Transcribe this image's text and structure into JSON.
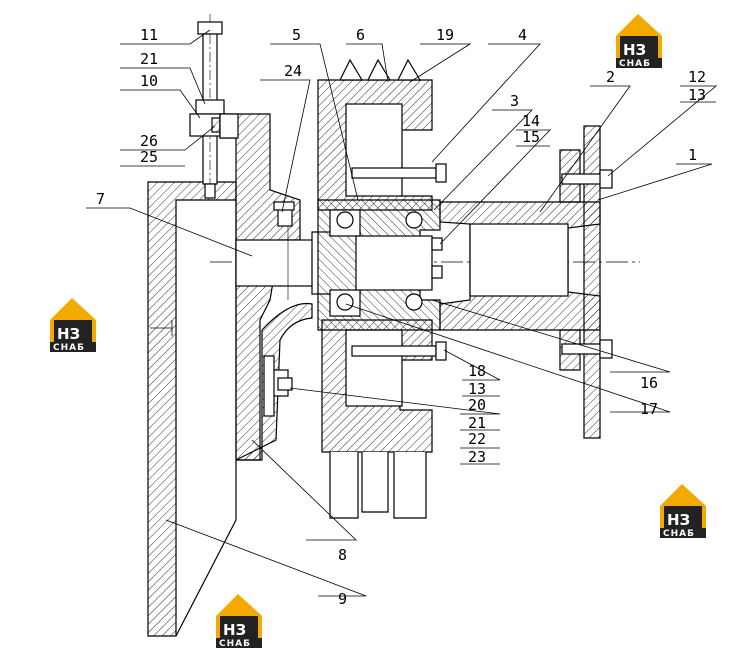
{
  "callouts": [
    {
      "id": "c11",
      "label": "11"
    },
    {
      "id": "c21a",
      "label": "21"
    },
    {
      "id": "c10",
      "label": "10"
    },
    {
      "id": "c24",
      "label": "24"
    },
    {
      "id": "c26",
      "label": "26"
    },
    {
      "id": "c25",
      "label": "25"
    },
    {
      "id": "c5",
      "label": "5"
    },
    {
      "id": "c6",
      "label": "6"
    },
    {
      "id": "c19",
      "label": "19"
    },
    {
      "id": "c4",
      "label": "4"
    },
    {
      "id": "c3",
      "label": "3"
    },
    {
      "id": "c14",
      "label": "14"
    },
    {
      "id": "c15",
      "label": "15"
    },
    {
      "id": "c2",
      "label": "2"
    },
    {
      "id": "c12",
      "label": "12"
    },
    {
      "id": "c13a",
      "label": "13"
    },
    {
      "id": "c1",
      "label": "1"
    },
    {
      "id": "c7",
      "label": "7"
    },
    {
      "id": "c18",
      "label": "18"
    },
    {
      "id": "c13b",
      "label": "13"
    },
    {
      "id": "c16",
      "label": "16"
    },
    {
      "id": "c17",
      "label": "17"
    },
    {
      "id": "c20",
      "label": "20"
    },
    {
      "id": "c21b",
      "label": "21"
    },
    {
      "id": "c22",
      "label": "22"
    },
    {
      "id": "c23",
      "label": "23"
    },
    {
      "id": "c8",
      "label": "8"
    },
    {
      "id": "c9",
      "label": "9"
    }
  ],
  "watermark": {
    "main": "НЗ",
    "sub": "СНАБ",
    "color": "#f2a900",
    "dark": "#222222"
  }
}
